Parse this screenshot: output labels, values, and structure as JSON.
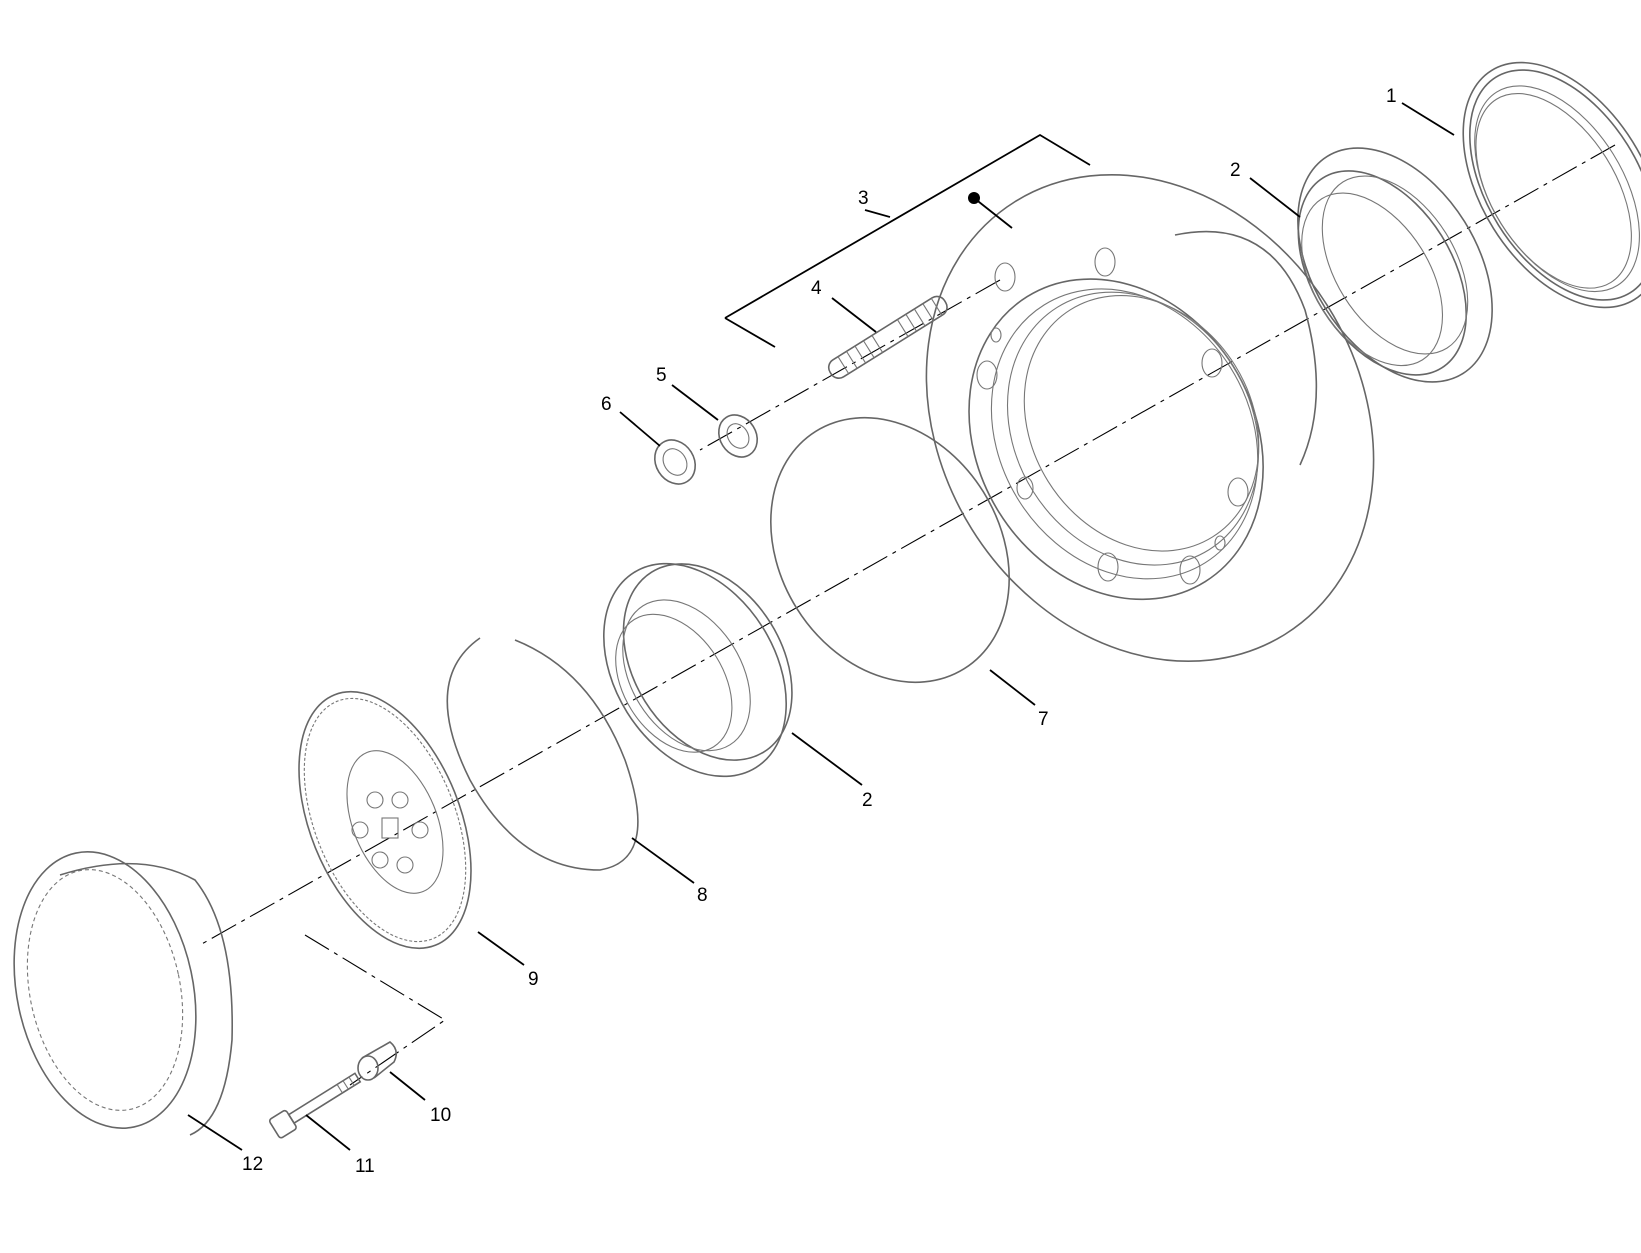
{
  "diagram": {
    "callouts": [
      {
        "id": "callout-1",
        "label": "1"
      },
      {
        "id": "callout-2-top",
        "label": "2"
      },
      {
        "id": "callout-3",
        "label": "3"
      },
      {
        "id": "callout-4",
        "label": "4"
      },
      {
        "id": "callout-5",
        "label": "5"
      },
      {
        "id": "callout-6",
        "label": "6"
      },
      {
        "id": "callout-7",
        "label": "7"
      },
      {
        "id": "callout-2-bottom",
        "label": "2"
      },
      {
        "id": "callout-8",
        "label": "8"
      },
      {
        "id": "callout-9",
        "label": "9"
      },
      {
        "id": "callout-10",
        "label": "10"
      },
      {
        "id": "callout-11",
        "label": "11"
      },
      {
        "id": "callout-12",
        "label": "12"
      }
    ]
  }
}
